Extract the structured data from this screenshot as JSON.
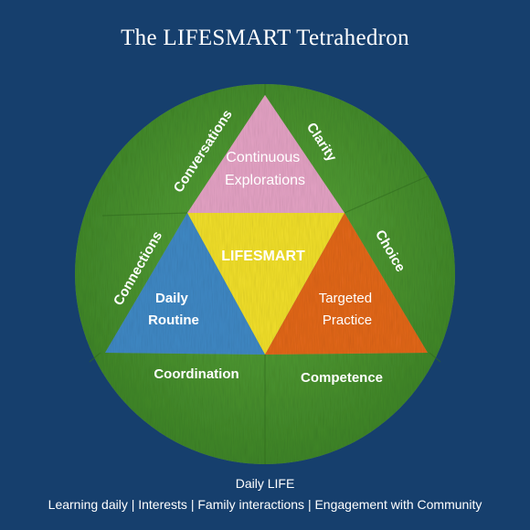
{
  "title": "The LIFESMART Tetrahedron",
  "center_label": "LIFESMART",
  "faces": {
    "top": "Continuous\nExplorations",
    "left": "Daily\nRoutine",
    "right": "Targeted\nPractice"
  },
  "edges": {
    "conversations": "Conversations",
    "clarity": "Clarity",
    "connections": "Connections",
    "choice": "Choice",
    "coordination": "Coordination",
    "competence": "Competence"
  },
  "footer": {
    "line1": "Daily LIFE",
    "line2": "Learning daily | Interests | Family interactions | Engagement with Community"
  },
  "colors": {
    "background": "#163f6d",
    "circle": "#4f9a32",
    "top_face": "#e4a2c4",
    "center_face": "#f1df2a",
    "left_face": "#3f88c4",
    "right_face": "#e2671a"
  }
}
